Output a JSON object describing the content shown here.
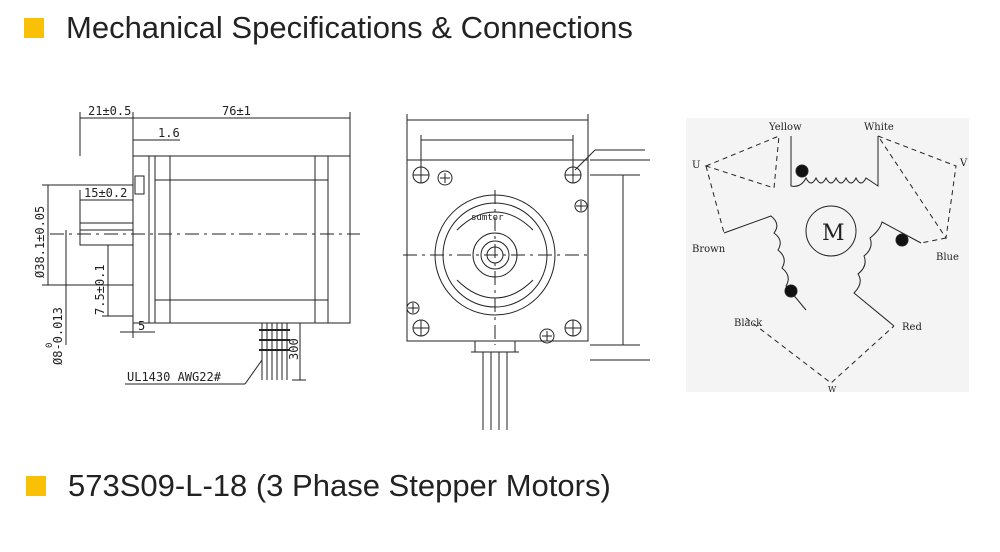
{
  "colors": {
    "accent": "#f9c005",
    "line": "#222222",
    "diagram_bg": "#f4f4f4"
  },
  "heading_top": {
    "icon": "square-bullet-icon",
    "text": "Mechanical Specifications & Connections"
  },
  "heading_bottom": {
    "icon": "square-bullet-icon",
    "text": "573S09-L-18 (3 Phase Stepper Motors)"
  },
  "side_view": {
    "dim_flange_length": "21±0.5",
    "dim_body_length": "76±1",
    "dim_flange_thickness": "1.6",
    "dim_shaft_flat": "15±0.2",
    "dim_boss_diameter": "Ø38.1±0.05",
    "dim_flat_depth": "7.5±0.1",
    "dim_step": "5",
    "dim_shaft_tol_upper": "0",
    "dim_shaft_diameter": "Ø8-0.013",
    "dim_lead_length": "300",
    "cable_label": "UL1430 AWG22#"
  },
  "front_view": {
    "logo_text": "sumtor"
  },
  "wiring": {
    "motor_label": "M",
    "labels": {
      "yellow": "Yellow",
      "white": "White",
      "u": "U",
      "v": "V",
      "brown": "Brown",
      "blue": "Blue",
      "black": "Black",
      "red": "Red",
      "w": "W"
    }
  }
}
